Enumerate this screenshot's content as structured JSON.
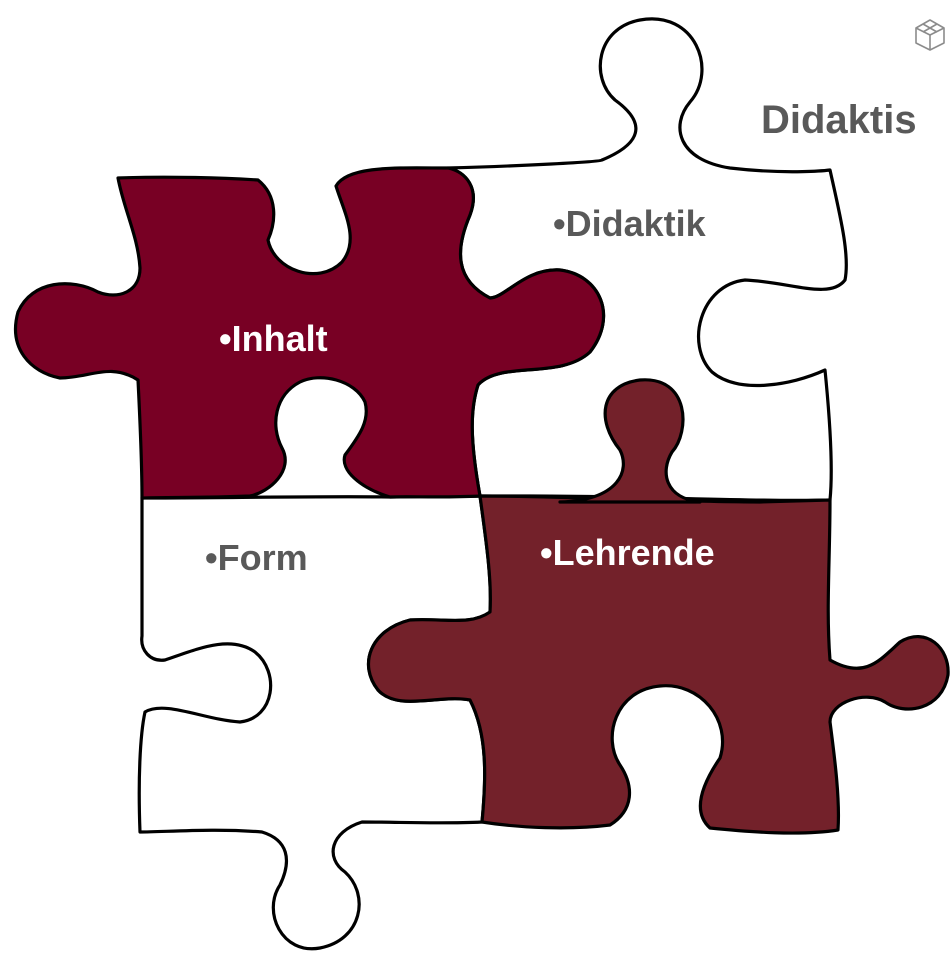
{
  "slide": {
    "title": "Didaktis"
  },
  "puzzle": {
    "pieces": [
      {
        "key": "didaktik",
        "label": "•Didaktik",
        "fill": "#ffffff",
        "text_color": "#595959"
      },
      {
        "key": "form",
        "label": "•Form",
        "fill": "#ffffff",
        "text_color": "#595959"
      },
      {
        "key": "inhalt",
        "label": "•Inhalt",
        "fill": "#780024",
        "text_color": "#ffffff"
      },
      {
        "key": "lehrende",
        "label": "•Lehrende",
        "fill": "#73212a",
        "text_color": "#ffffff"
      }
    ]
  },
  "logo": {
    "icon": "cube-outline-icon",
    "color": "#8c8c8c"
  },
  "colors": {
    "title": "#595959",
    "outline": "#000000",
    "background": "#ffffff"
  }
}
